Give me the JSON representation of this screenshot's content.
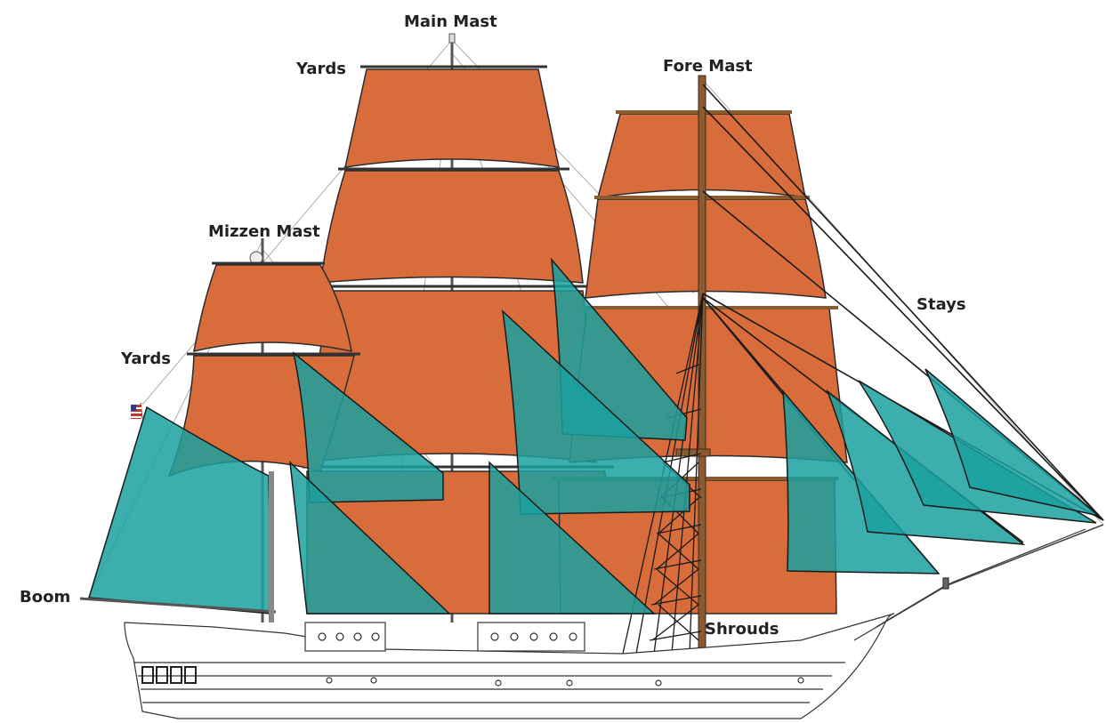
{
  "labels": {
    "main_mast": "Main Mast",
    "fore_mast": "Fore Mast",
    "mizzen_mast": "Mizzen Mast",
    "yards_upper": "Yards",
    "yards_lower": "Yards",
    "stays": "Stays",
    "boom": "Boom",
    "shrouds": "Shrouds"
  },
  "colors": {
    "square_sail": "#d96c3b",
    "fore_aft_sail": "#1aa0a0",
    "mast_brown": "#8a5a30",
    "label_text": "#222222",
    "hull_line": "#333333"
  },
  "icons": {
    "flag": "us-flag-icon"
  }
}
